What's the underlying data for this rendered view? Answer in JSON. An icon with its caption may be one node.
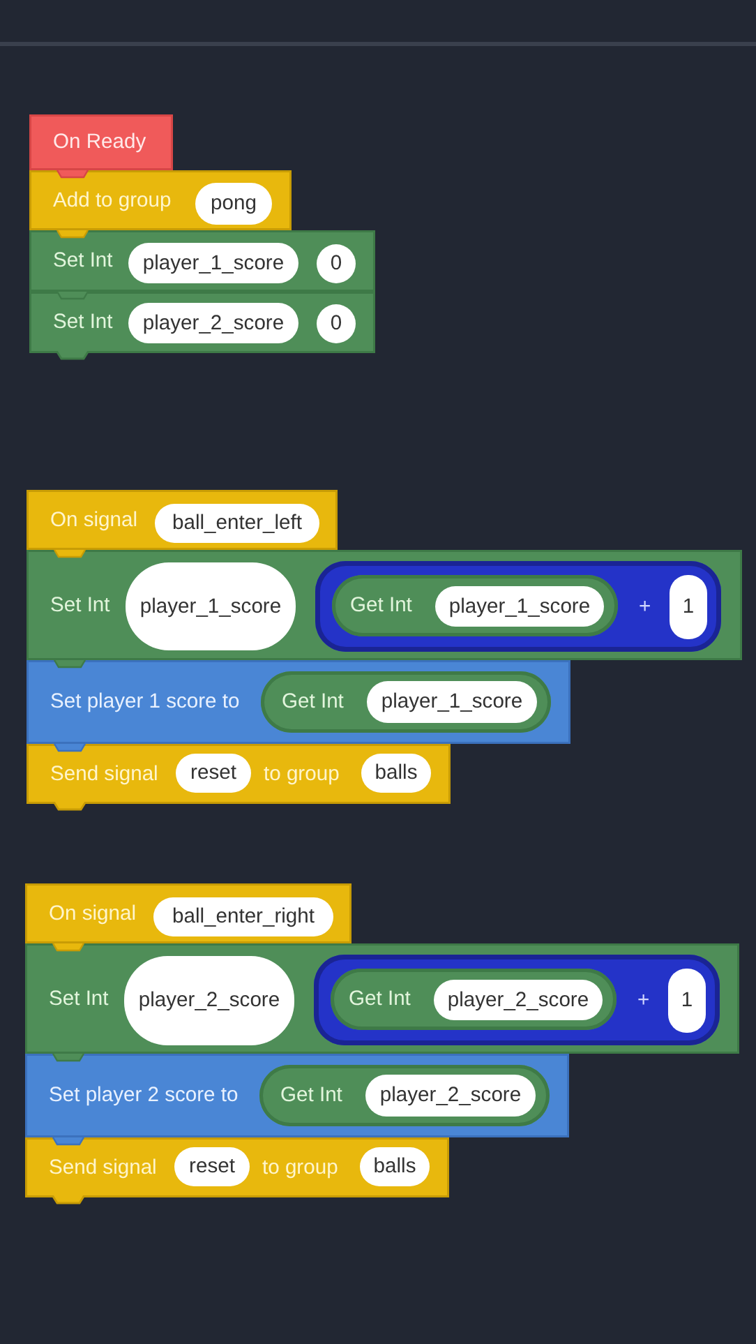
{
  "diagram": {
    "nodes": [
      {
        "text": [
          "On Ready"
        ]
      },
      {
        "text": [
          "Add to group"
        ]
      },
      {
        "text": [
          "pong"
        ],
        "in": 1
      },
      {
        "text": [
          "Set Int"
        ]
      },
      {
        "text": [
          "player_1_score"
        ],
        "in": 3
      },
      {
        "text": [
          "0"
        ],
        "in": 3
      },
      {
        "text": [
          "Set Int"
        ]
      },
      {
        "text": [
          "player_2_score"
        ],
        "in": 6
      },
      {
        "text": [
          "0"
        ],
        "in": 6
      },
      {
        "text": [
          "On signal"
        ]
      },
      {
        "text": [
          "ball_enter_left"
        ],
        "in": 9
      },
      {
        "text": [
          "Set Int"
        ]
      },
      {
        "text": [
          "player_1_score"
        ],
        "in": 11
      },
      {
        "text": [
          "+"
        ],
        "in": 11
      },
      {
        "text": [
          "Get Int"
        ],
        "in": 13
      },
      {
        "text": [
          "player_1_score"
        ],
        "in": 14
      },
      {
        "text": [
          "1"
        ],
        "in": 13
      },
      {
        "text": [
          "Set player 1 score to"
        ]
      },
      {
        "text": [
          "Get Int"
        ],
        "in": 17
      },
      {
        "text": [
          "player_1_score"
        ],
        "in": 18
      },
      {
        "text": [
          "Send signal",
          "to group"
        ]
      },
      {
        "text": [
          "reset"
        ],
        "in": 20
      },
      {
        "text": [
          "balls"
        ],
        "in": 20
      },
      {
        "text": [
          "On signal"
        ]
      },
      {
        "text": [
          "ball_enter_right"
        ],
        "in": 23
      },
      {
        "text": [
          "Set Int"
        ]
      },
      {
        "text": [
          "player_2_score"
        ],
        "in": 25
      },
      {
        "text": [
          "+"
        ],
        "in": 25
      },
      {
        "text": [
          "Get Int"
        ],
        "in": 27
      },
      {
        "text": [
          "player_2_score"
        ],
        "in": 28
      },
      {
        "text": [
          "1"
        ],
        "in": 27
      },
      {
        "text": [
          "Set player 2 score to"
        ]
      },
      {
        "text": [
          "Get Int"
        ],
        "in": 31
      },
      {
        "text": [
          "player_2_score"
        ],
        "in": 32
      },
      {
        "text": [
          "Send signal",
          "to group"
        ]
      },
      {
        "text": [
          "reset"
        ],
        "in": 34
      },
      {
        "text": [
          "balls"
        ],
        "in": 34
      }
    ]
  }
}
